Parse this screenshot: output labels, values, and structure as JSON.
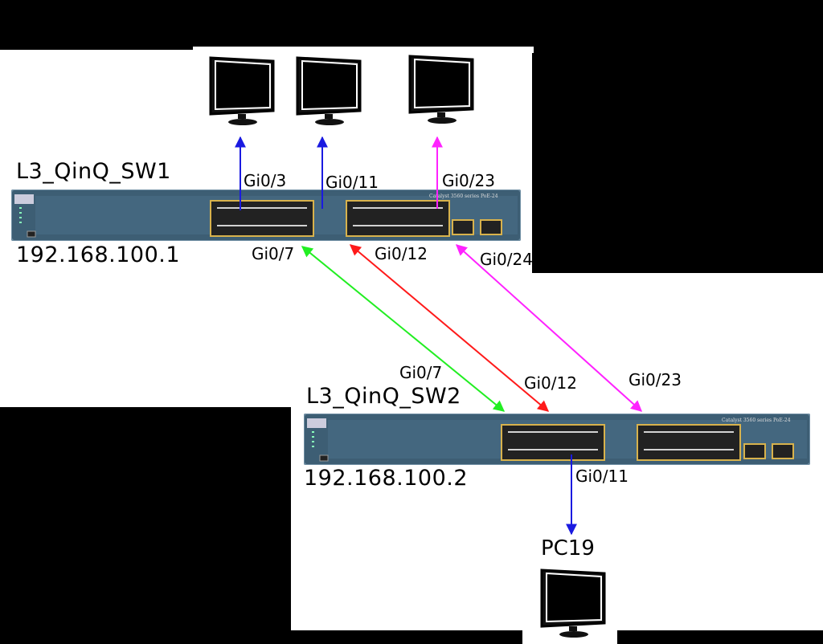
{
  "switch1": {
    "name": "L3_QinQ_SW1",
    "ip": "192.168.100.1",
    "model": "Catalyst 3560 series PoE-24"
  },
  "switch2": {
    "name": "L3_QinQ_SW2",
    "ip": "192.168.100.2",
    "model": "Catalyst 3560 series PoE-24"
  },
  "pc": {
    "name": "PC19"
  },
  "sw1_ports": {
    "gi0_3": "Gi0/3",
    "gi0_11": "Gi0/11",
    "gi0_23": "Gi0/23",
    "gi0_7": "Gi0/7",
    "gi0_12": "Gi0/12",
    "gi0_24": "Gi0/24"
  },
  "sw2_ports": {
    "gi0_7": "Gi0/7",
    "gi0_12": "Gi0/12",
    "gi0_23": "Gi0/23",
    "gi0_11": "Gi0/11"
  },
  "colors": {
    "blue": "#1a1ae0",
    "magenta": "#ff22ff",
    "green": "#22ee22",
    "red": "#ff1a1a",
    "switch_body": "#3d5e74"
  }
}
